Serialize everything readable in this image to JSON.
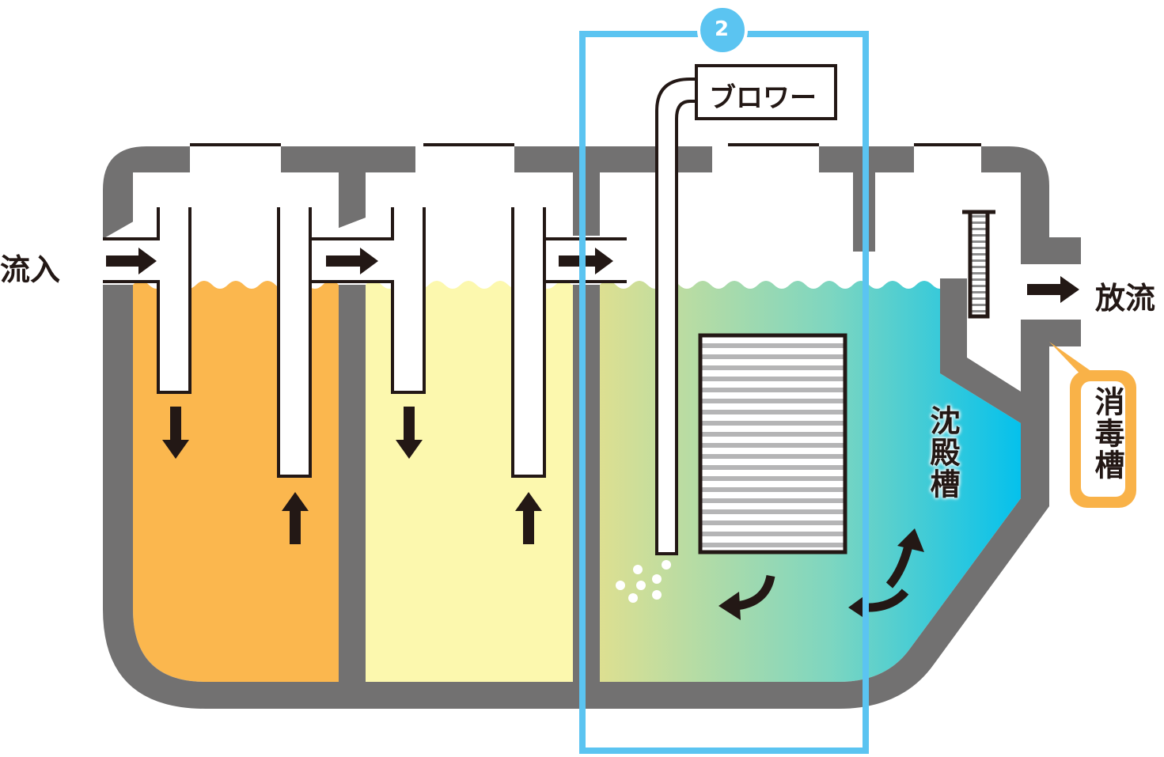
{
  "labels": {
    "inflow": "流入",
    "discharge": "放流",
    "blower": "ブロワー",
    "sedimentation_tank": "沈殿槽",
    "disinfection_tank": "消毒槽",
    "highlight_number": "2"
  },
  "colors": {
    "wall": "#727171",
    "tank1_water": "#FBB74E",
    "tank2_water": "#FCF8AE",
    "tank3_gradient_start": "#E3E08E",
    "tank3_gradient_mid": "#7ED6C0",
    "tank3_gradient_end": "#00C0EE",
    "highlight": "#5BC4F1",
    "disinfect_badge": "#F9B248",
    "ink": "#231815"
  },
  "icons": {
    "flow_arrow": "arrow-icon",
    "filter": "filter-media-icon",
    "bubbles": "air-bubble-icon",
    "circulation": "curved-arrow-icon"
  }
}
